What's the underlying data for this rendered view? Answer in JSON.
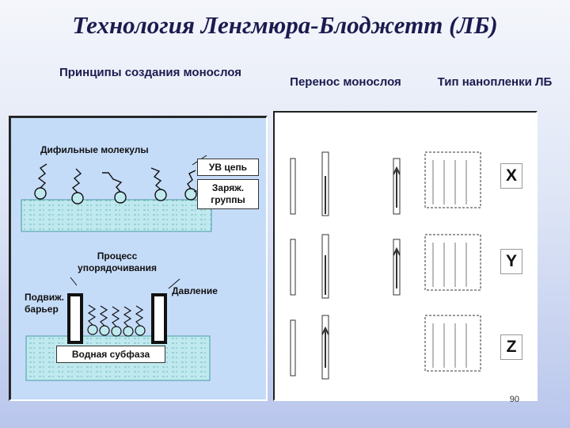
{
  "title": "Технология Ленгмюра-Блоджетт (ЛБ)",
  "headers": {
    "principles": "Принципы создания монослоя",
    "transfer": "Перенос монослоя",
    "film_type": "Тип нанопленки ЛБ"
  },
  "left_panel": {
    "amphiphilic": "Дифильные молекулы",
    "hydrocarbon_chain": "УВ цепь",
    "charged_groups": "Заряж. группы",
    "ordering_process": "Процесс упорядочивания",
    "pressure": "Давление",
    "moving_barrier": "Подвиж. барьер",
    "water_subphase": "Водная субфаза"
  },
  "film_types": [
    "X",
    "Y",
    "Z"
  ],
  "page_number": "90"
}
